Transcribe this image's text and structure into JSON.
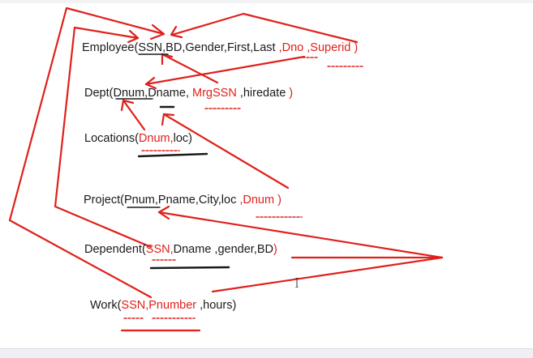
{
  "relations": {
    "employee": {
      "name": "Employee",
      "open": "(",
      "attrs": [
        "SSN",
        ",BD,Gender,First,Last",
        " ,Dno",
        " ,Superid",
        " )"
      ]
    },
    "dept": {
      "name": "Dept",
      "open": "(",
      "attrs": [
        "Dnum",
        ",Dname, ",
        "MrgSSN",
        " ,hiredate",
        " )"
      ]
    },
    "locations": {
      "name": "Locations",
      "open": "(",
      "attrs": [
        "Dnum,",
        "loc)"
      ]
    },
    "project": {
      "name": "Project",
      "open": "(",
      "attrs": [
        "Pnum",
        ",Pname,City,loc",
        " ,Dnum",
        " )"
      ]
    },
    "dependent": {
      "name": "Dependent",
      "open": "(",
      "attrs": [
        "SSN,",
        "Dname",
        " ,gender,BD",
        ")"
      ]
    },
    "work": {
      "name": "Work",
      "open": "(",
      "attrs": [
        "SSN,",
        "Pnumber",
        " ,hours)"
      ]
    }
  },
  "colors": {
    "ink": "#1a1a1a",
    "annotation_red": "#e0201b",
    "background": "#ffffff"
  }
}
